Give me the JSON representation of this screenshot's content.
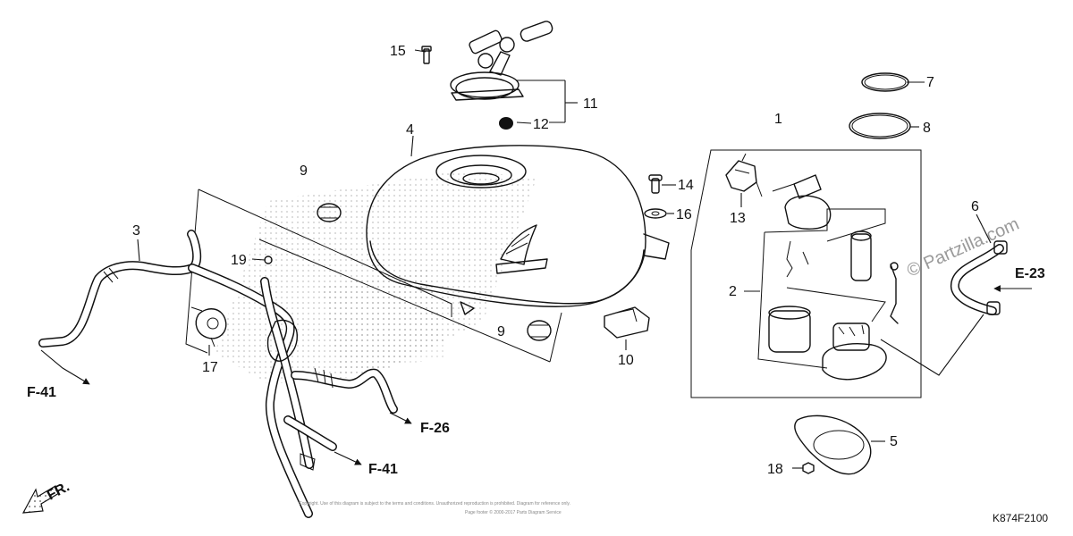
{
  "callouts": [
    {
      "id": "c1",
      "label": "1"
    },
    {
      "id": "c2",
      "label": "2"
    },
    {
      "id": "c3",
      "label": "3"
    },
    {
      "id": "c4",
      "label": "4"
    },
    {
      "id": "c5",
      "label": "5"
    },
    {
      "id": "c6",
      "label": "6"
    },
    {
      "id": "c7",
      "label": "7"
    },
    {
      "id": "c8",
      "label": "8"
    },
    {
      "id": "c9a",
      "label": "9"
    },
    {
      "id": "c9b",
      "label": "9"
    },
    {
      "id": "c10",
      "label": "10"
    },
    {
      "id": "c11",
      "label": "11"
    },
    {
      "id": "c12",
      "label": "12"
    },
    {
      "id": "c13",
      "label": "13"
    },
    {
      "id": "c14",
      "label": "14"
    },
    {
      "id": "c15",
      "label": "15"
    },
    {
      "id": "c16",
      "label": "16"
    },
    {
      "id": "c17",
      "label": "17"
    },
    {
      "id": "c18",
      "label": "18"
    },
    {
      "id": "c19",
      "label": "19"
    }
  ],
  "references": {
    "f41_left": "F-41",
    "f26": "F-26",
    "f41_bottom": "F-41",
    "e23": "E-23"
  },
  "front_marker": "FR.",
  "diagram_code": "K874F2100",
  "watermark": "© Partzilla.com",
  "fine_print": {
    "line1": "Copyright. Use of this diagram is subject to the terms and conditions. Unauthorized reproduction is prohibited. Diagram for reference only.",
    "line2": "Page footer © 2000-2017 Parts Diagram Service"
  }
}
